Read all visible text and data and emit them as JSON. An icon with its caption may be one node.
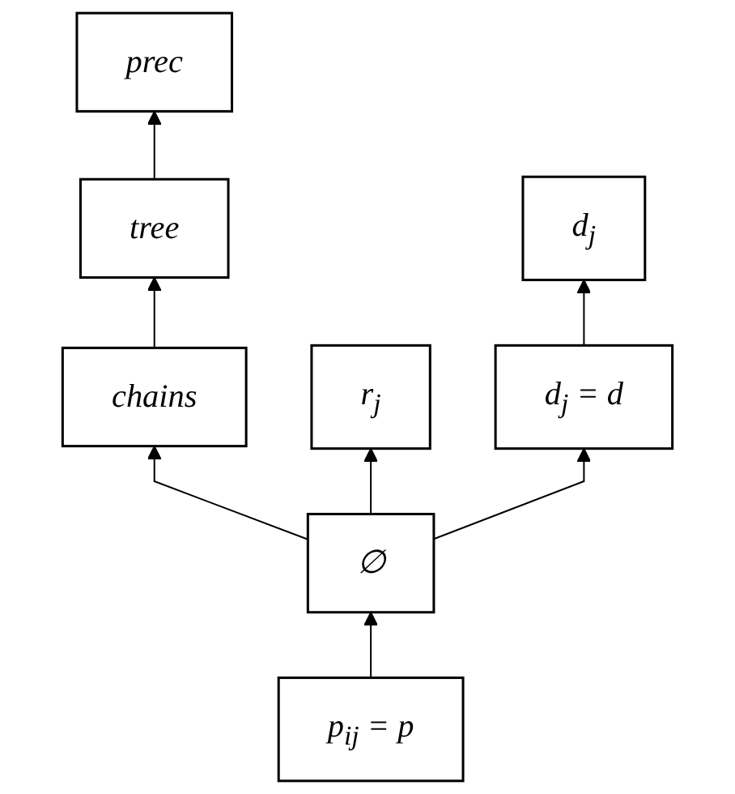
{
  "diagram": {
    "nodes": [
      {
        "text": [
          "prec"
        ]
      },
      {
        "text": [
          "tree"
        ]
      },
      {
        "text": [
          "d$_{j}$"
        ]
      },
      {
        "text": [
          "chains"
        ]
      },
      {
        "text": [
          "r$_{j}$"
        ]
      },
      {
        "text": [
          "d$_{j}$ = d"
        ]
      },
      {
        "text": [
          "∅"
        ]
      },
      {
        "text": [
          "p$_{ij}$ = p"
        ]
      }
    ],
    "edges": [
      {
        "from": 1,
        "to": 0,
        "arrow": "to"
      },
      {
        "from": 3,
        "to": 1,
        "arrow": "to"
      },
      {
        "from": 5,
        "to": 2,
        "arrow": "to"
      },
      {
        "from": 6,
        "to": 3,
        "arrow": "to"
      },
      {
        "from": 6,
        "to": 4,
        "arrow": "to"
      },
      {
        "from": 6,
        "to": 5,
        "arrow": "to"
      },
      {
        "from": 7,
        "to": 6,
        "arrow": "to"
      }
    ]
  }
}
